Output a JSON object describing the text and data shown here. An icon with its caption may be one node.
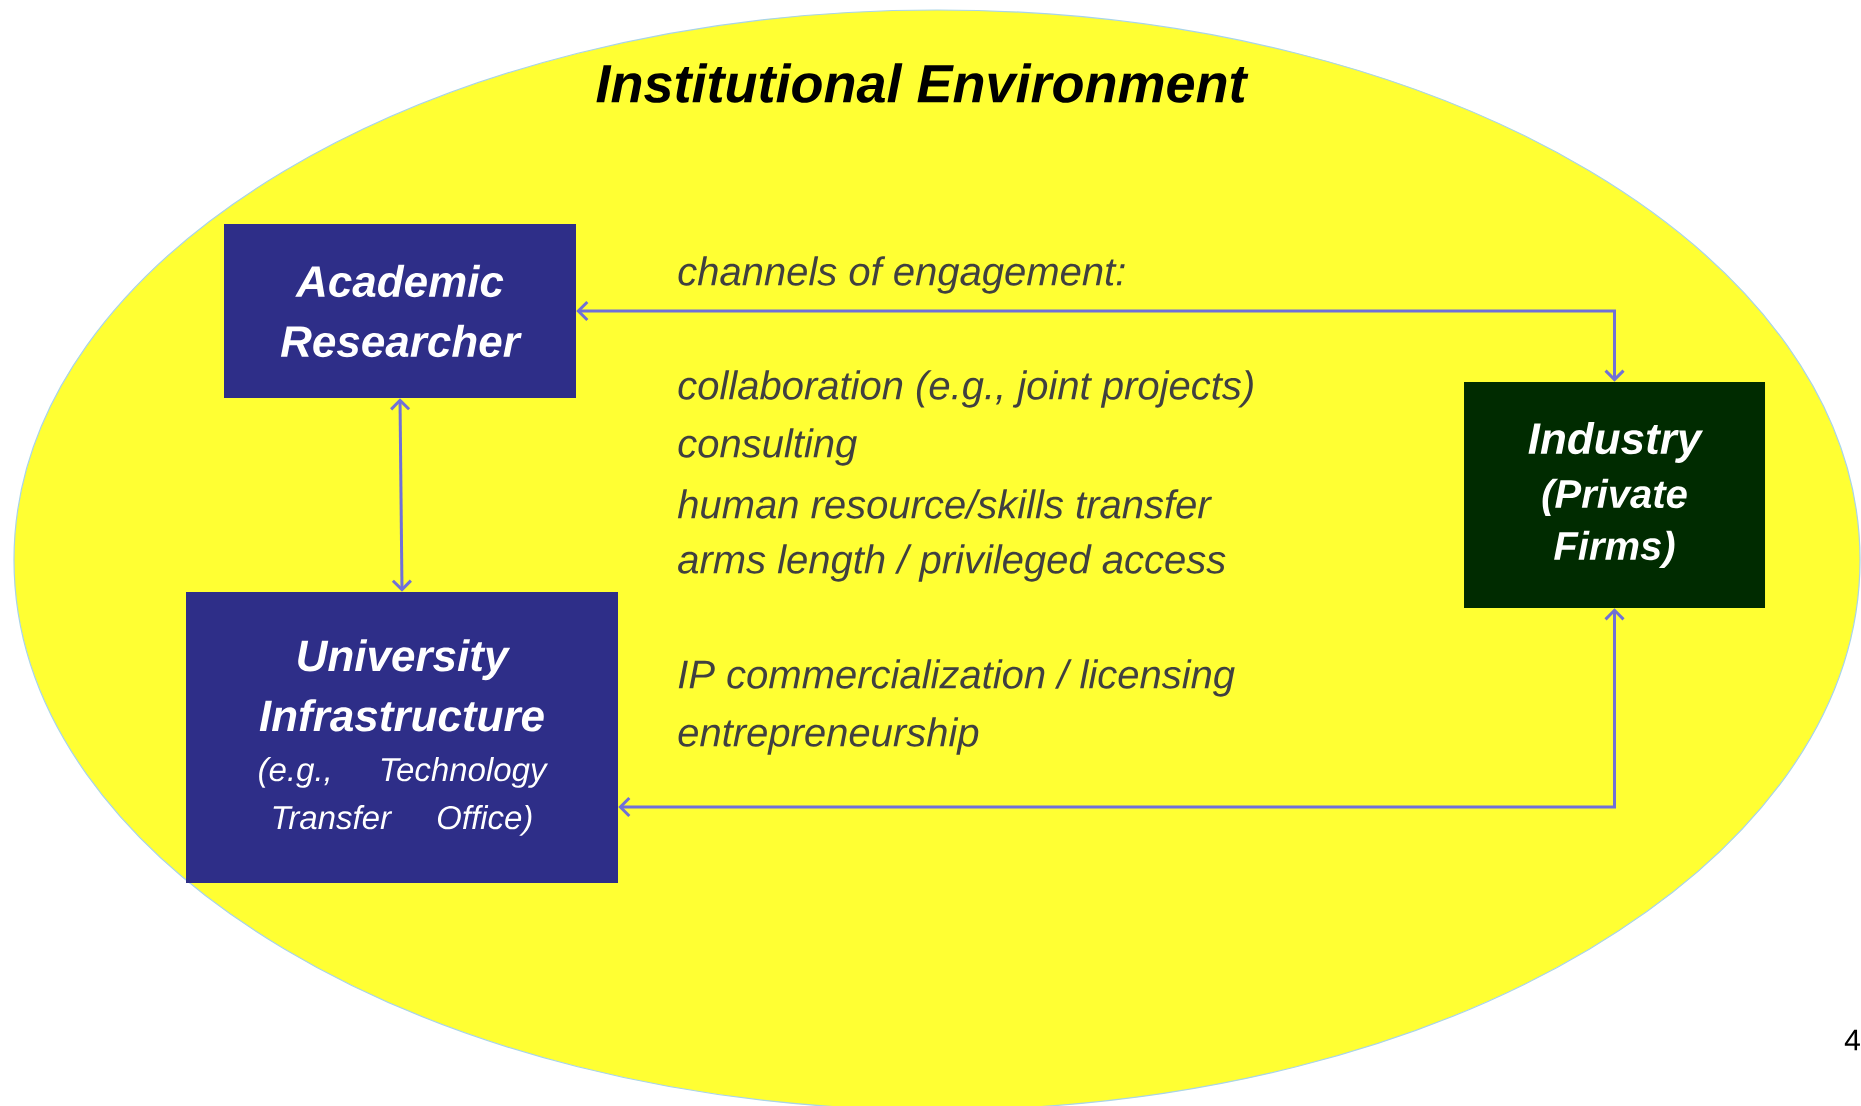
{
  "diagram": {
    "nodes": [
      {
        "text": [
          "Institutional Environment"
        ]
      },
      {
        "text": [
          "Academic Researcher"
        ],
        "in": 0
      },
      {
        "text": [
          "Industry",
          "(Private Firms)"
        ],
        "in": 0
      },
      {
        "text": [
          "University Infrastructure",
          "(e.g., Technology Transfer Office)"
        ],
        "in": 0
      }
    ],
    "edges": [
      {
        "from": 1,
        "to": 3,
        "arrow": "both"
      },
      {
        "from": 1,
        "to": 2,
        "arrow": "both"
      },
      {
        "from": 2,
        "to": 3,
        "arrow": "both"
      }
    ],
    "labels": [
      "channels of engagement:",
      "collaboration (e.g., joint projects)",
      "consulting",
      "human resource/skills transfer",
      "arms length / privileged access",
      "IP commercialization / licensing",
      "entrepreneurship",
      "4"
    ]
  }
}
